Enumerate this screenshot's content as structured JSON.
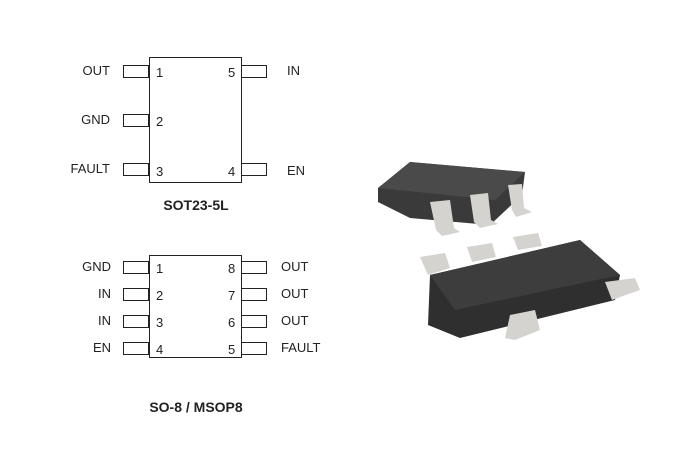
{
  "sot23": {
    "title": "SOT23-5L",
    "pins": [
      {
        "num": "1",
        "name": "OUT"
      },
      {
        "num": "2",
        "name": "GND"
      },
      {
        "num": "3",
        "name": "FAULT"
      },
      {
        "num": "4",
        "name": "EN"
      },
      {
        "num": "5",
        "name": "IN"
      }
    ]
  },
  "so8": {
    "title": "SO-8 / MSOP8",
    "pins": [
      {
        "num": "1",
        "name": "GND"
      },
      {
        "num": "2",
        "name": "IN"
      },
      {
        "num": "3",
        "name": "IN"
      },
      {
        "num": "4",
        "name": "EN"
      },
      {
        "num": "5",
        "name": "FAULT"
      },
      {
        "num": "6",
        "name": "OUT"
      },
      {
        "num": "7",
        "name": "OUT"
      },
      {
        "num": "8",
        "name": "OUT"
      }
    ]
  },
  "colors": {
    "body": "#2e2e2e",
    "lead": "#d8d6d2",
    "line": "#222222"
  }
}
